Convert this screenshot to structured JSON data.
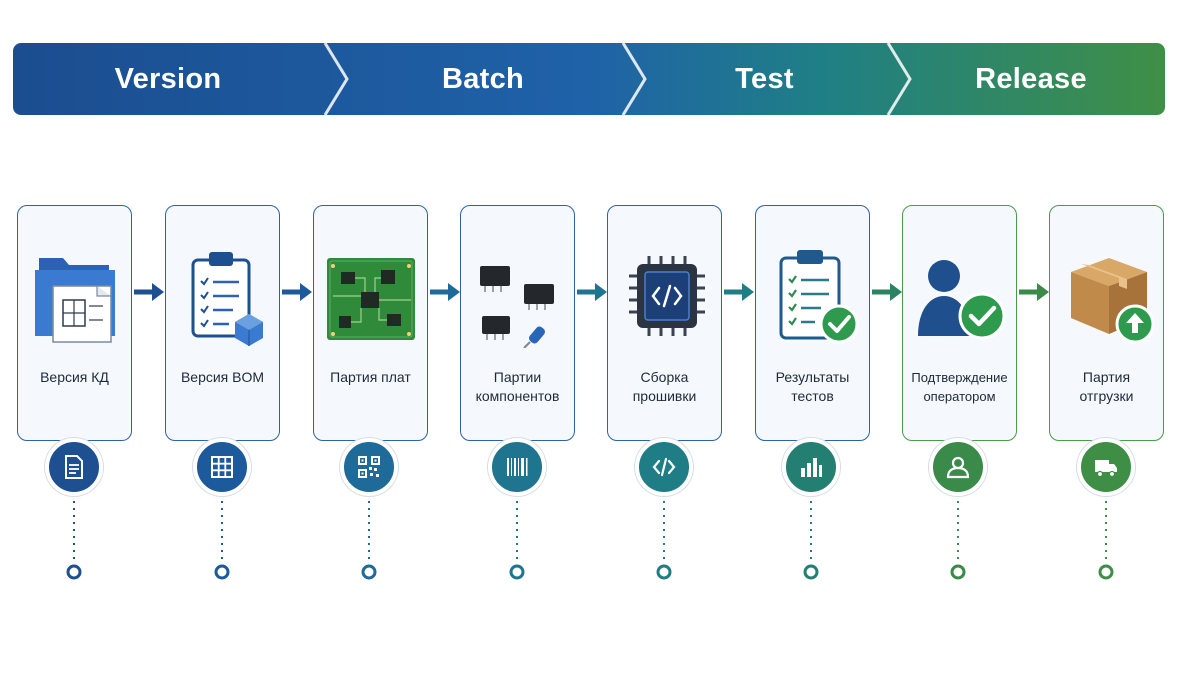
{
  "stages": [
    {
      "label": "Version",
      "color": "#1d4f91"
    },
    {
      "label": "Batch",
      "color": "#1f63a8"
    },
    {
      "label": "Test",
      "color": "#1f7f86"
    },
    {
      "label": "Release",
      "color": "#3e8f45"
    }
  ],
  "steps": [
    {
      "label": [
        "Версия КД"
      ],
      "icon": "folder-drawing-icon",
      "badge_icon": "document-icon",
      "color": "#1d4f91"
    },
    {
      "label": [
        "Версия BOM"
      ],
      "icon": "clipboard-box-icon",
      "badge_icon": "table-grid-icon",
      "color": "#1d5a9c"
    },
    {
      "label": [
        "Партия плат"
      ],
      "icon": "circuit-board-icon",
      "badge_icon": "qr-code-icon",
      "color": "#1e6a98"
    },
    {
      "label": [
        "Партии",
        "компонентов"
      ],
      "icon": "chips-icon",
      "badge_icon": "barcode-icon",
      "color": "#1f7490"
    },
    {
      "label": [
        "Сборка",
        "прошивки"
      ],
      "icon": "processor-code-icon",
      "badge_icon": "code-icon",
      "color": "#1f7d86"
    },
    {
      "label": [
        "Результаты",
        "тестов"
      ],
      "icon": "clipboard-check-icon",
      "badge_icon": "bar-chart-icon",
      "color": "#237f72"
    },
    {
      "label": [
        "Подтверждение",
        "оператором"
      ],
      "icon": "operator-check-icon",
      "badge_icon": "user-icon",
      "color": "#3a8a4a"
    },
    {
      "label": [
        "Партия",
        "отгрузки"
      ],
      "icon": "package-upload-icon",
      "badge_icon": "truck-icon",
      "color": "#3e8f45"
    }
  ]
}
